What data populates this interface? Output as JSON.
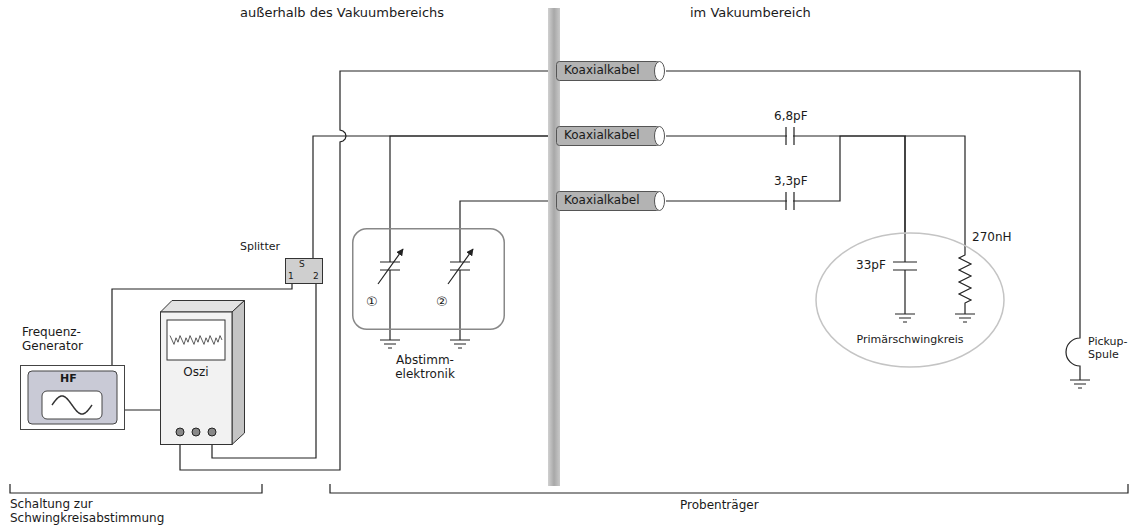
{
  "diagram": {
    "nodes": [
      {
        "text": [
          "Frequenz- Generator",
          "HF"
        ]
      },
      {
        "text": [
          "Oszi"
        ]
      },
      {
        "text": [
          "Splitter",
          "S",
          "1",
          "2"
        ]
      },
      {
        "text": [
          "①",
          "②",
          "Abstimm- elektronik"
        ]
      },
      {
        "text": [
          "Koaxialkabel"
        ]
      },
      {
        "text": [
          "Koaxialkabel"
        ]
      },
      {
        "text": [
          "Koaxialkabel"
        ]
      },
      {
        "text": [
          "33pF",
          "270nH",
          "Primärschwingkreis"
        ]
      }
    ],
    "edges": [
      {
        "from": 0,
        "to": 1,
        "arrow": "none"
      },
      {
        "from": 2,
        "to": 0,
        "arrow": "none"
      },
      {
        "from": 2,
        "to": 1,
        "arrow": "none"
      },
      {
        "from": 2,
        "to": 5,
        "arrow": "none"
      },
      {
        "from": 3,
        "to": 5,
        "arrow": "none"
      },
      {
        "from": 3,
        "to": 6,
        "arrow": "none"
      },
      {
        "from": 4,
        "to": 1,
        "arrow": "none"
      },
      {
        "from": 5,
        "to": 7,
        "arrow": "none"
      },
      {
        "from": 6,
        "to": 7,
        "arrow": "none"
      }
    ],
    "labels": [
      "außerhalb des Vakuumbereichs",
      "im Vakuumbereich",
      "6,8pF",
      "3,3pF",
      "Pickup- Spule",
      "Schaltung zur Schwingkreisabstimmung",
      "Probenträger"
    ]
  }
}
